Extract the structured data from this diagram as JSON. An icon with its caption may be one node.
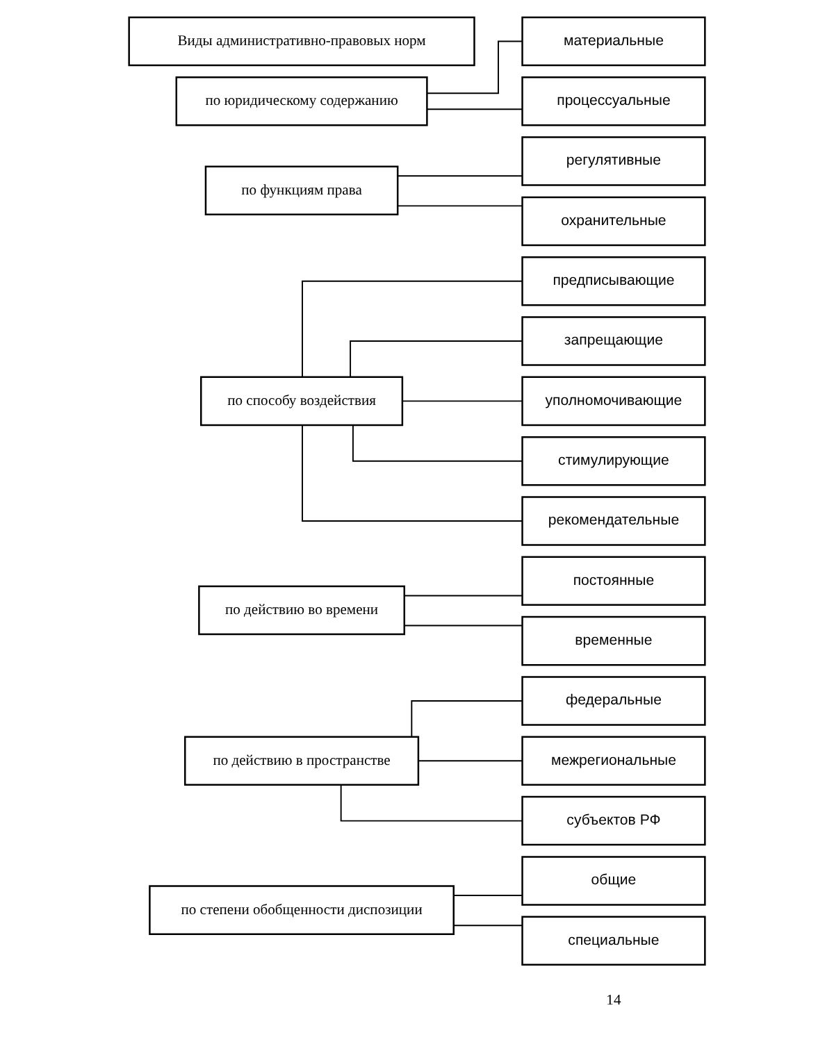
{
  "diagram": {
    "nodes": [
      {
        "text": [
          "Виды административно-правовых норм"
        ]
      },
      {
        "text": [
          "по юридическому содержанию"
        ]
      },
      {
        "text": [
          "материальные"
        ]
      },
      {
        "text": [
          "процессуальные"
        ]
      },
      {
        "text": [
          "по функциям права"
        ]
      },
      {
        "text": [
          "регулятивные"
        ]
      },
      {
        "text": [
          "охранительные"
        ]
      },
      {
        "text": [
          "по способу воздействия"
        ]
      },
      {
        "text": [
          "предписывающие"
        ]
      },
      {
        "text": [
          "запрещающие"
        ]
      },
      {
        "text": [
          "уполномочивающие"
        ]
      },
      {
        "text": [
          "стимулирующие"
        ]
      },
      {
        "text": [
          "рекомендательные"
        ]
      },
      {
        "text": [
          "по действию во времени"
        ]
      },
      {
        "text": [
          "постоянные"
        ]
      },
      {
        "text": [
          "временные"
        ]
      },
      {
        "text": [
          "по действию в пространстве"
        ]
      },
      {
        "text": [
          "федеральные"
        ]
      },
      {
        "text": [
          "межрегиональные"
        ]
      },
      {
        "text": [
          "субъектов РФ"
        ]
      },
      {
        "text": [
          "по степени обобщенности диспозиции"
        ]
      },
      {
        "text": [
          "общие"
        ]
      },
      {
        "text": [
          "специальные"
        ]
      }
    ],
    "edges": [
      {
        "from": 1,
        "to": 2,
        "arrow": "none"
      },
      {
        "from": 1,
        "to": 3,
        "arrow": "none"
      },
      {
        "from": 4,
        "to": 5,
        "arrow": "none"
      },
      {
        "from": 4,
        "to": 6,
        "arrow": "none"
      },
      {
        "from": 7,
        "to": 8,
        "arrow": "none"
      },
      {
        "from": 7,
        "to": 9,
        "arrow": "none"
      },
      {
        "from": 7,
        "to": 10,
        "arrow": "none"
      },
      {
        "from": 7,
        "to": 11,
        "arrow": "none"
      },
      {
        "from": 7,
        "to": 12,
        "arrow": "none"
      },
      {
        "from": 13,
        "to": 14,
        "arrow": "none"
      },
      {
        "from": 13,
        "to": 15,
        "arrow": "none"
      },
      {
        "from": 16,
        "to": 17,
        "arrow": "none"
      },
      {
        "from": 16,
        "to": 18,
        "arrow": "none"
      },
      {
        "from": 16,
        "to": 19,
        "arrow": "none"
      },
      {
        "from": 20,
        "to": 21,
        "arrow": "none"
      },
      {
        "from": 20,
        "to": 22,
        "arrow": "none"
      }
    ],
    "labels": [
      "14"
    ]
  }
}
